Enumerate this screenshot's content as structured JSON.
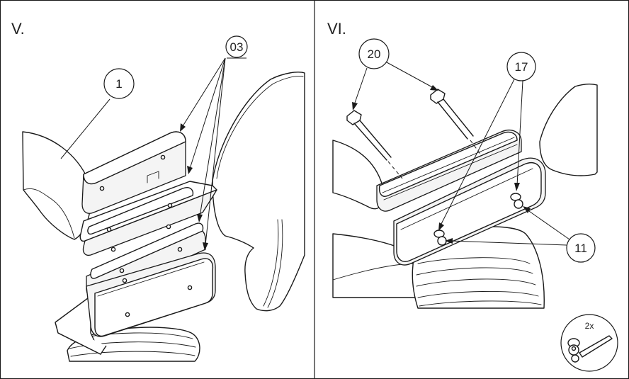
{
  "panels": [
    {
      "step_label": "V.",
      "callouts": [
        "1",
        "03"
      ]
    },
    {
      "step_label": "VI.",
      "callouts": [
        "20",
        "17",
        "11"
      ]
    }
  ],
  "hardware_note": {
    "quantity": "2x",
    "icon": "bolt-and-wrench-icon"
  }
}
